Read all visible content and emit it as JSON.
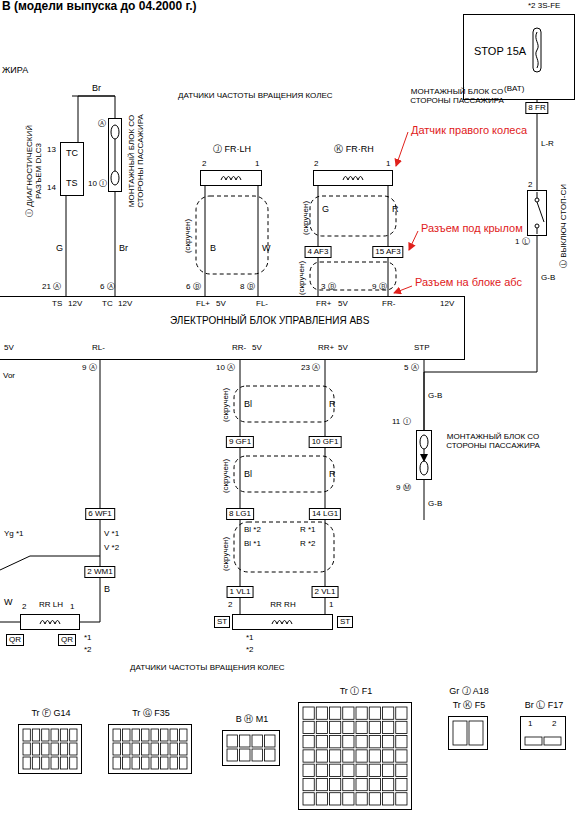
{
  "diagram": {
    "title": "В (модели выпуска до 04.2000 г.)",
    "nodes": [
      {
        "text": [
          "Ⓘ ДИАГНОСТИЧЕСКИЙ РАЗЪЕМ DLC3",
          "TC",
          "TS"
        ]
      },
      {
        "text": [
          "МОНТАЖНЫЙ БЛОК СО СТОРОНЫ ПАССАЖИРА"
        ]
      },
      {
        "text": [
          "Ⓙ FR·LH"
        ]
      },
      {
        "text": [
          "Ⓚ FR·RH"
        ]
      },
      {
        "text": [
          "STOP 15A",
          "(BAT)"
        ]
      },
      {
        "text": [
          "Ⓛ ВЫКЛЮЧ СТОП-СИ"
        ]
      },
      {
        "text": [
          "ЭЛЕКТРОННЫЙ БЛОК УПРАВЛЕНИЯ ABS"
        ]
      },
      {
        "text": [
          "МОНТАЖНЫЙ БЛОК СО СТОРОНЫ ПАССАЖИРА"
        ]
      },
      {
        "text": [
          "RR LH"
        ]
      },
      {
        "text": [
          "RR RH"
        ]
      },
      {
        "text": [
          "Tr Ⓕ G14"
        ]
      },
      {
        "text": [
          "Tr Ⓖ F35"
        ]
      },
      {
        "text": [
          "B Ⓗ M1"
        ]
      },
      {
        "text": [
          "Tr Ⓘ F1"
        ]
      },
      {
        "text": [
          "Gr Ⓙ A18",
          "Tr Ⓚ F5"
        ]
      },
      {
        "text": [
          "Br Ⓛ F17"
        ]
      }
    ],
    "edges": [
      {
        "from": 0,
        "to": 1,
        "arrow": "none"
      },
      {
        "from": 1,
        "to": 6,
        "arrow": "none"
      },
      {
        "from": 0,
        "to": 6,
        "arrow": "none"
      },
      {
        "from": 2,
        "to": 6,
        "arrow": "none"
      },
      {
        "from": 2,
        "to": 6,
        "arrow": "none"
      },
      {
        "from": 3,
        "to": 6,
        "arrow": "none"
      },
      {
        "from": 3,
        "to": 6,
        "arrow": "none"
      },
      {
        "from": 4,
        "to": 5,
        "arrow": "none"
      },
      {
        "from": 5,
        "to": 7,
        "arrow": "none"
      },
      {
        "from": 6,
        "to": 7,
        "arrow": "none"
      },
      {
        "from": 6,
        "to": 9,
        "arrow": "none"
      },
      {
        "from": 6,
        "to": 9,
        "arrow": "none"
      },
      {
        "from": 6,
        "to": 8,
        "arrow": "none"
      }
    ],
    "labels": [
      "*2 3S-FE",
      "ЖИРА",
      "Br",
      "13",
      "14",
      "Ⓐ",
      "10 Ⓘ",
      "G",
      "Br",
      "21 Ⓐ",
      "6 Ⓐ",
      "TS",
      "12V",
      "TC",
      "12V",
      "ДАТЧИКИ ЧАСТОТЫ ВРАЩЕНИЯ КОЛЕС",
      "2",
      "1",
      "B",
      "W",
      "(скручен)",
      "6 Ⓑ",
      "8 Ⓑ",
      "FL+",
      "5V",
      "FL-",
      "2",
      "1",
      "G",
      "R",
      "(скручен)",
      "4 AF3",
      "15 AF3",
      "(скручен)",
      "3 Ⓑ",
      "9 Ⓑ",
      "FR+",
      "5V",
      "FR-",
      "Датчик правого колеса",
      "Разъем под крылом",
      "Разъем на блоке абс",
      "МОНТАЖНЫЙ БЛОК СО СТОРОНЫ ПАССАЖИРА",
      "8 FR",
      "L-R",
      "2",
      "1 Ⓛ",
      "G-B",
      "12V",
      "5V",
      "RL-",
      "RR-",
      "5V",
      "RR+",
      "5V",
      "STP",
      "9 Ⓐ",
      "10 Ⓐ",
      "23 Ⓐ",
      "5 Ⓐ",
      "Vor",
      "Bl",
      "R",
      "(скручен)",
      "9 GF1",
      "10 GF1",
      "Bl",
      "R",
      "(скручен)",
      "8 LG1",
      "14 LG1",
      "Bl *2",
      "Bl *1",
      "R *1",
      "R *2",
      "(скручен)",
      "1 VL1",
      "2 VL1",
      "2",
      "1",
      "ST",
      "ST",
      "*1",
      "*2",
      "6 WF1",
      "V *1",
      "V *2",
      "Yg *1",
      "2 WM1",
      "B",
      "W",
      "2",
      "1",
      "QR",
      "QR",
      "*1",
      "*2",
      "ДАТЧИКИ ЧАСТОТЫ ВРАЩЕНИЯ КОЛЕС",
      "11 Ⓘ",
      "9 Ⓜ",
      "G-B",
      "G-B",
      "1",
      "2"
    ]
  }
}
